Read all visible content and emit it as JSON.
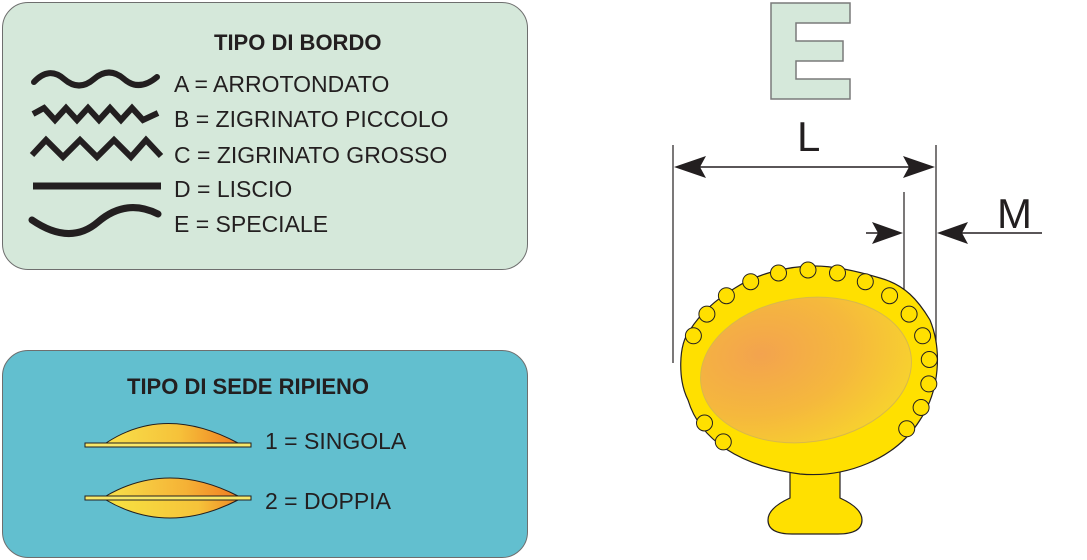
{
  "edge_panel": {
    "title": "TIPO DI BORDO",
    "items": [
      {
        "label": "A = ARROTONDATO",
        "icon": "rounded-wave-icon"
      },
      {
        "label": "B = ZIGRINATO PICCOLO",
        "icon": "small-zigzag-icon"
      },
      {
        "label": "C = ZIGRINATO GROSSO",
        "icon": "large-zigzag-icon"
      },
      {
        "label": "D = LISCIO",
        "icon": "straight-line-icon"
      },
      {
        "label": "E = SPECIALE",
        "icon": "s-curve-icon"
      }
    ]
  },
  "filling_panel": {
    "title": "TIPO DI SEDE RIPIENO",
    "items": [
      {
        "label": "1 = SINGOLA",
        "icon": "single-pocket-icon"
      },
      {
        "label": "2 = DOPPIA",
        "icon": "double-pocket-icon"
      }
    ]
  },
  "shape": {
    "letter": "E",
    "dimension_l": "L",
    "dimension_m": "M"
  },
  "colors": {
    "edge_panel_bg": "#d5e8da",
    "filling_panel_bg": "#62bfcf",
    "letter_fill": "#d5e8da",
    "pasta_yellow": "#ffe000",
    "filling_orange": "#f2a33a"
  }
}
